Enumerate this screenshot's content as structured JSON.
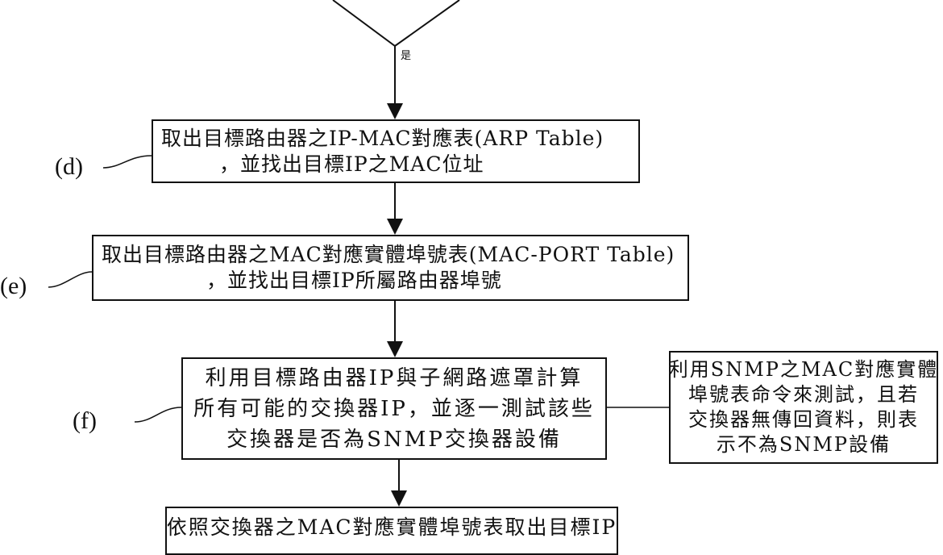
{
  "diagram": {
    "decision": {
      "yes_label": "是"
    },
    "steps": [
      {
        "id": "d",
        "label": "(d)",
        "lines": [
          "取出目標路由器之IP-MAC對應表(ARP Table)",
          "，並找出目標IP之MAC位址"
        ]
      },
      {
        "id": "e",
        "label": "(e)",
        "lines": [
          "取出目標路由器之MAC對應實體埠號表(MAC-PORT Table)",
          "，並找出目標IP所屬路由器埠號"
        ]
      },
      {
        "id": "f",
        "label": "(f)",
        "lines": [
          "利用目標路由器IP與子網路遮罩計算",
          "所有可能的交換器IP，並逐一測試該些",
          "交換器是否為SNMP交換器設備"
        ]
      }
    ],
    "side_note": {
      "lines": [
        "利用SNMP之MAC對應實體",
        "埠號表命令來測試，且若",
        "交換器無傳回資料，則表",
        "示不為SNMP設備"
      ]
    },
    "next_step_partial": {
      "lines": [
        "依照交換器之MAC對應實體埠號表取出目標IP"
      ]
    }
  }
}
